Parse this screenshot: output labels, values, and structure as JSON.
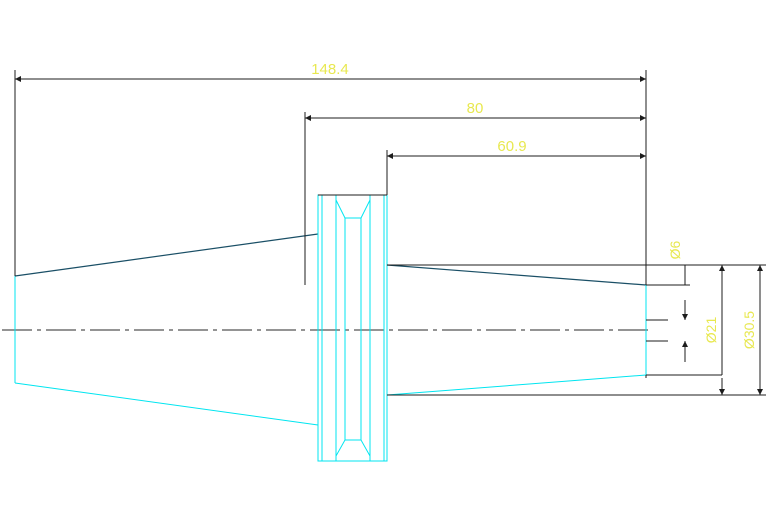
{
  "colors": {
    "background": "#ffffff",
    "part_outline": "#00e5f0",
    "taper_edge": "#1a4f66",
    "dimension_line": "#1c1c1c",
    "centerline": "#2a2a2a",
    "dimension_text": "#e8e850"
  },
  "dimensions": {
    "overall_length": "148.4",
    "flange_to_end": "80",
    "taper_length": "60.9",
    "dia_small": "Ø6",
    "dia_mid": "Ø21",
    "dia_large": "Ø30.5"
  }
}
